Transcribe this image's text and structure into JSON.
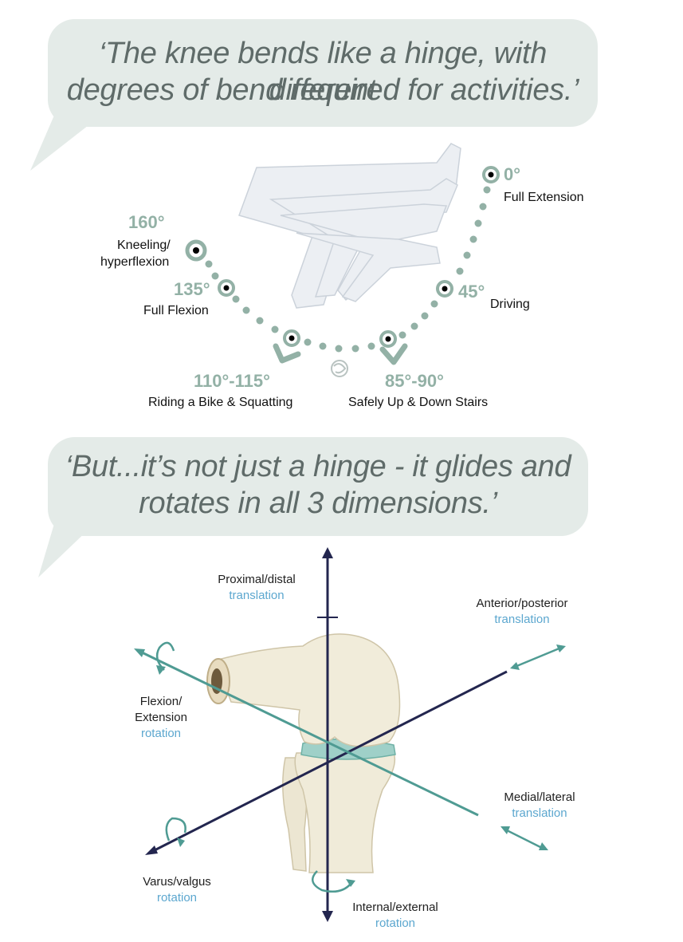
{
  "quote1": {
    "line1": "‘The knee bends like a hinge, with different",
    "line2": "degrees of bend required for activities.’"
  },
  "quote2": {
    "line1": "‘But...it’s not just a hinge - it glides and",
    "line2": "rotates in all 3 dimensions.’"
  },
  "flexion_points": [
    {
      "degree": "0°",
      "activity": "Full Extension"
    },
    {
      "degree": "45°",
      "activity": "Driving"
    },
    {
      "degree": "85°-90°",
      "activity": "Safely Up & Down Stairs"
    },
    {
      "degree": "110°-115°",
      "activity": "Riding a Bike & Squatting"
    },
    {
      "degree": "135°",
      "activity": "Full Flexion"
    },
    {
      "degree": "160°",
      "activity_line1": "Kneeling/",
      "activity_line2": "hyperflexion"
    }
  ],
  "axes": [
    {
      "name": "Proximal/distal",
      "type": "translation"
    },
    {
      "name": "Anterior/posterior",
      "type": "translation"
    },
    {
      "name_line1": "Flexion/",
      "name_line2": "Extension",
      "type": "rotation"
    },
    {
      "name": "Medial/lateral",
      "type": "translation"
    },
    {
      "name": "Varus/valgus",
      "type": "rotation"
    },
    {
      "name": "Internal/external",
      "type": "rotation"
    }
  ],
  "colors": {
    "bubble": "#e4ebe8",
    "accent": "#93b1a6",
    "navy_axis": "#23264f",
    "teal_axis": "#4f9b93",
    "sub_label": "#5ca7cf"
  }
}
